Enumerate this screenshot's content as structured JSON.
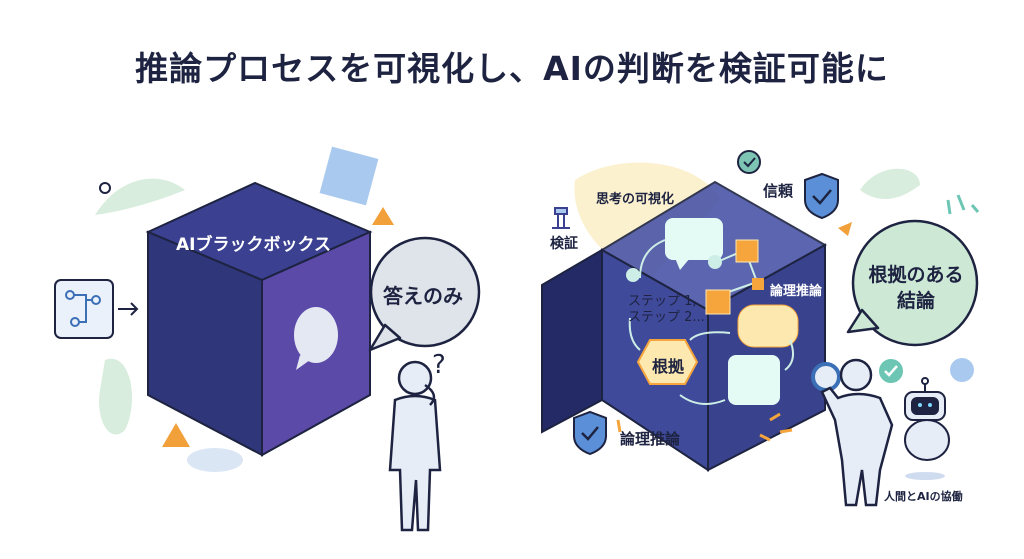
{
  "title": "推論プロセスを可視化し、AIの判断を検証可能に",
  "left_panel": {
    "box_label": "AIブラックボックス",
    "bubble_text": "答えのみ",
    "question_mark": "?"
  },
  "right_panel": {
    "visualization_label": "思考の可視化",
    "verification_label": "検証",
    "trust_label": "信頼",
    "steps_line1": "ステップ 1,",
    "steps_line2": "ステップ 2...",
    "inner_reasoning_label": "論理推論",
    "evidence_label": "根拠",
    "bottom_reasoning_label": "論理推論",
    "bubble_line1": "根拠のある",
    "bubble_line2": "結論",
    "collaboration_label": "人間とAIの協働"
  },
  "colors": {
    "navy": "#1d2340",
    "cube_front": "#343a7e",
    "cube_side": "#5b4aa8",
    "green_bubble": "#cde9d6",
    "orange": "#f5a53c",
    "blue_shield": "#5b8fd8"
  }
}
